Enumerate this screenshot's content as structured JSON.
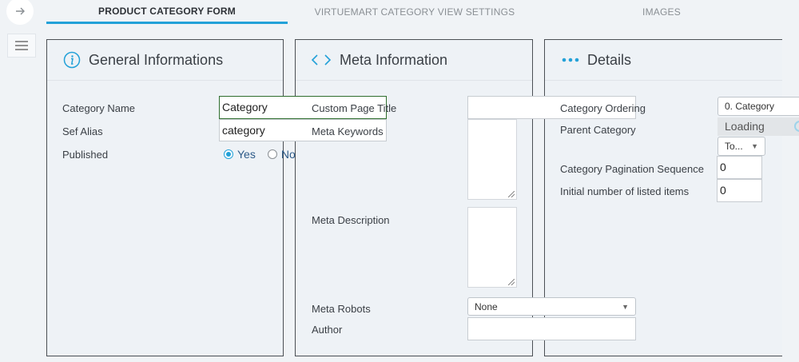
{
  "tabs": [
    {
      "label": "PRODUCT CATEGORY FORM",
      "active": true
    },
    {
      "label": "VIRTUEMART CATEGORY VIEW SETTINGS",
      "active": false
    },
    {
      "label": "IMAGES",
      "active": false
    }
  ],
  "general": {
    "title": "General Informations",
    "category_name_label": "Category Name",
    "category_name_value": "Category",
    "sef_alias_label": "Sef Alias",
    "sef_alias_value": "category",
    "published_label": "Published",
    "yes_label": "Yes",
    "no_label": "No",
    "published": "Yes"
  },
  "meta": {
    "title": "Meta Information",
    "custom_page_title_label": "Custom Page Title",
    "meta_keywords_label": "Meta Keywords",
    "meta_description_label": "Meta Description",
    "meta_robots_label": "Meta Robots",
    "meta_robots_value": "None",
    "author_label": "Author"
  },
  "details": {
    "title": "Details",
    "ordering_label": "Category Ordering",
    "ordering_value": "0. Category",
    "parent_label": "Parent Category",
    "parent_value": "Loading",
    "parent_select_value": "To...",
    "pagination_label": "Category Pagination Sequence",
    "pagination_value": "0",
    "initial_items_label": "Initial number of listed items",
    "initial_items_value": "0"
  },
  "colors": {
    "accent": "#23a1d8",
    "panel_border": "#4b4f54",
    "focus_border": "#2e6e2e"
  }
}
